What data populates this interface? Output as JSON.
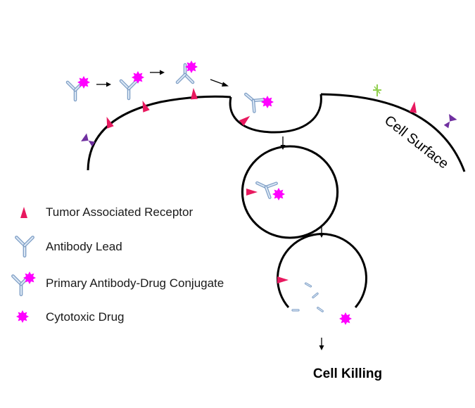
{
  "surface_label": "Cell Surface",
  "result_label": "Cell Killing",
  "legend": {
    "receptor": "Tumor Associated Receptor",
    "antibody": "Antibody Lead",
    "conjugate": "Primary Antibody-Drug Conjugate",
    "drug": "Cytotoxic Drug"
  },
  "colors": {
    "receptor": "#e8195f",
    "drug": "#ff00ff",
    "antibody_fill": "#dce8f5",
    "antibody_stroke": "#7f9fc6",
    "other_receptor_purple": "#7030a0",
    "other_receptor_green": "#92d050",
    "membrane": "#000000"
  },
  "icons": {
    "receptor": "pink-receptor-spike-icon",
    "antibody": "y-shaped-antibody-icon",
    "conjugate": "antibody-drug-conjugate-icon",
    "drug": "starburst-drug-icon"
  }
}
